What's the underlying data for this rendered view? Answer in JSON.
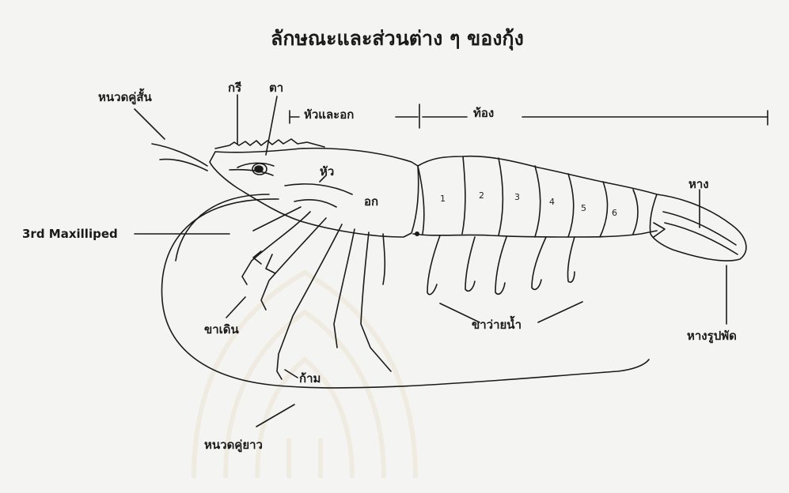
{
  "title": "ลักษณะและส่วนต่าง ๆ ของกุ้ง",
  "labels": {
    "short_antenna": "หนวดคู่สั้น",
    "rostrum": "กรี",
    "eye": "ตา",
    "head_thorax": "หัวและอก",
    "abdomen": "ท้อง",
    "head": "หัว",
    "thorax": "อก",
    "maxilliped": "3rd Maxilliped",
    "tail": "หาง",
    "walking_legs": "ขาเดิน",
    "swimmerets": "ขาว่ายน้ำ",
    "telson_fan": "หางรูปพัด",
    "claw": "ก้าม",
    "long_antenna": "หนวดคู่ยาว"
  },
  "segments": [
    "1",
    "2",
    "3",
    "4",
    "5",
    "6"
  ],
  "colors": {
    "ink": "#1a1a1a",
    "paper": "#f4f4f2",
    "watermark": "#c9a24a"
  }
}
